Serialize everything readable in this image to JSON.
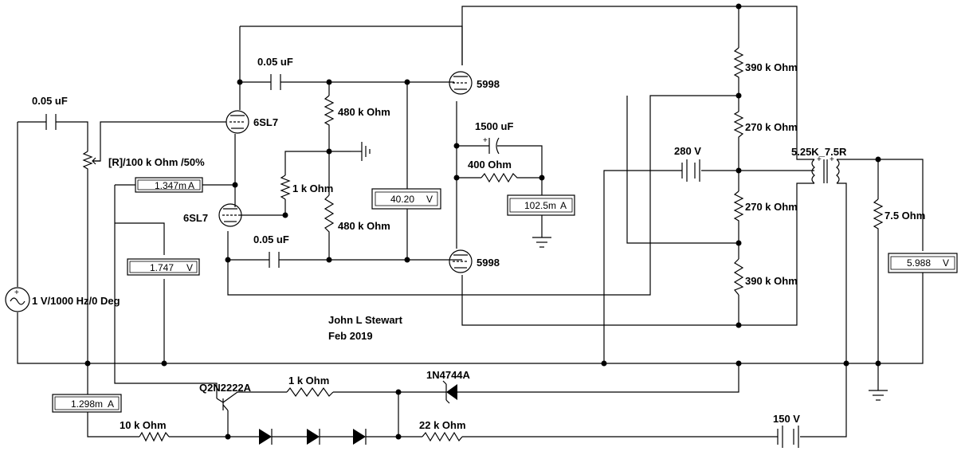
{
  "author": "John L Stewart",
  "date": "Feb 2019",
  "labels": {
    "c_in": "0.05 uF",
    "c_top": "0.05 uF",
    "c_bot": "0.05 uF",
    "pot": "[R]/100 k Ohm /50%",
    "tube_6sl7_top": "6SL7",
    "tube_6sl7_bot": "6SL7",
    "r480_top": "480 k Ohm",
    "r480_bot": "480 k Ohm",
    "r1k_mid": "1 k Ohm",
    "tube_5998_top": "5998",
    "tube_5998_bot": "5998",
    "c1500": "1500 uF",
    "r400": "400  Ohm",
    "r390_top": "390 k Ohm",
    "r270_top": "270 k Ohm",
    "r270_bot": "270 k Ohm",
    "r390_bot": "390 k Ohm",
    "bat280": "280 V",
    "transformer": "5.25K_7.5R",
    "r7_5": "7.5  Ohm",
    "source": "1 V/1000 Hz/0 Deg",
    "transistor": "Q2N2222A",
    "r1k_low": "1 k Ohm",
    "zener": "1N4744A",
    "r10k": "10 k Ohm",
    "r22k": "22 k Ohm",
    "bat150": "150 V"
  },
  "meters": {
    "m1": "1.347m",
    "m1_unit": "A",
    "m2": "1.747",
    "m2_unit": "V",
    "m3": "40.20",
    "m3_unit": "V",
    "m4": "102.5m",
    "m4_unit": "A",
    "m5": "5.988",
    "m5_unit": "V",
    "m6": "1.298m",
    "m6_unit": "A"
  }
}
